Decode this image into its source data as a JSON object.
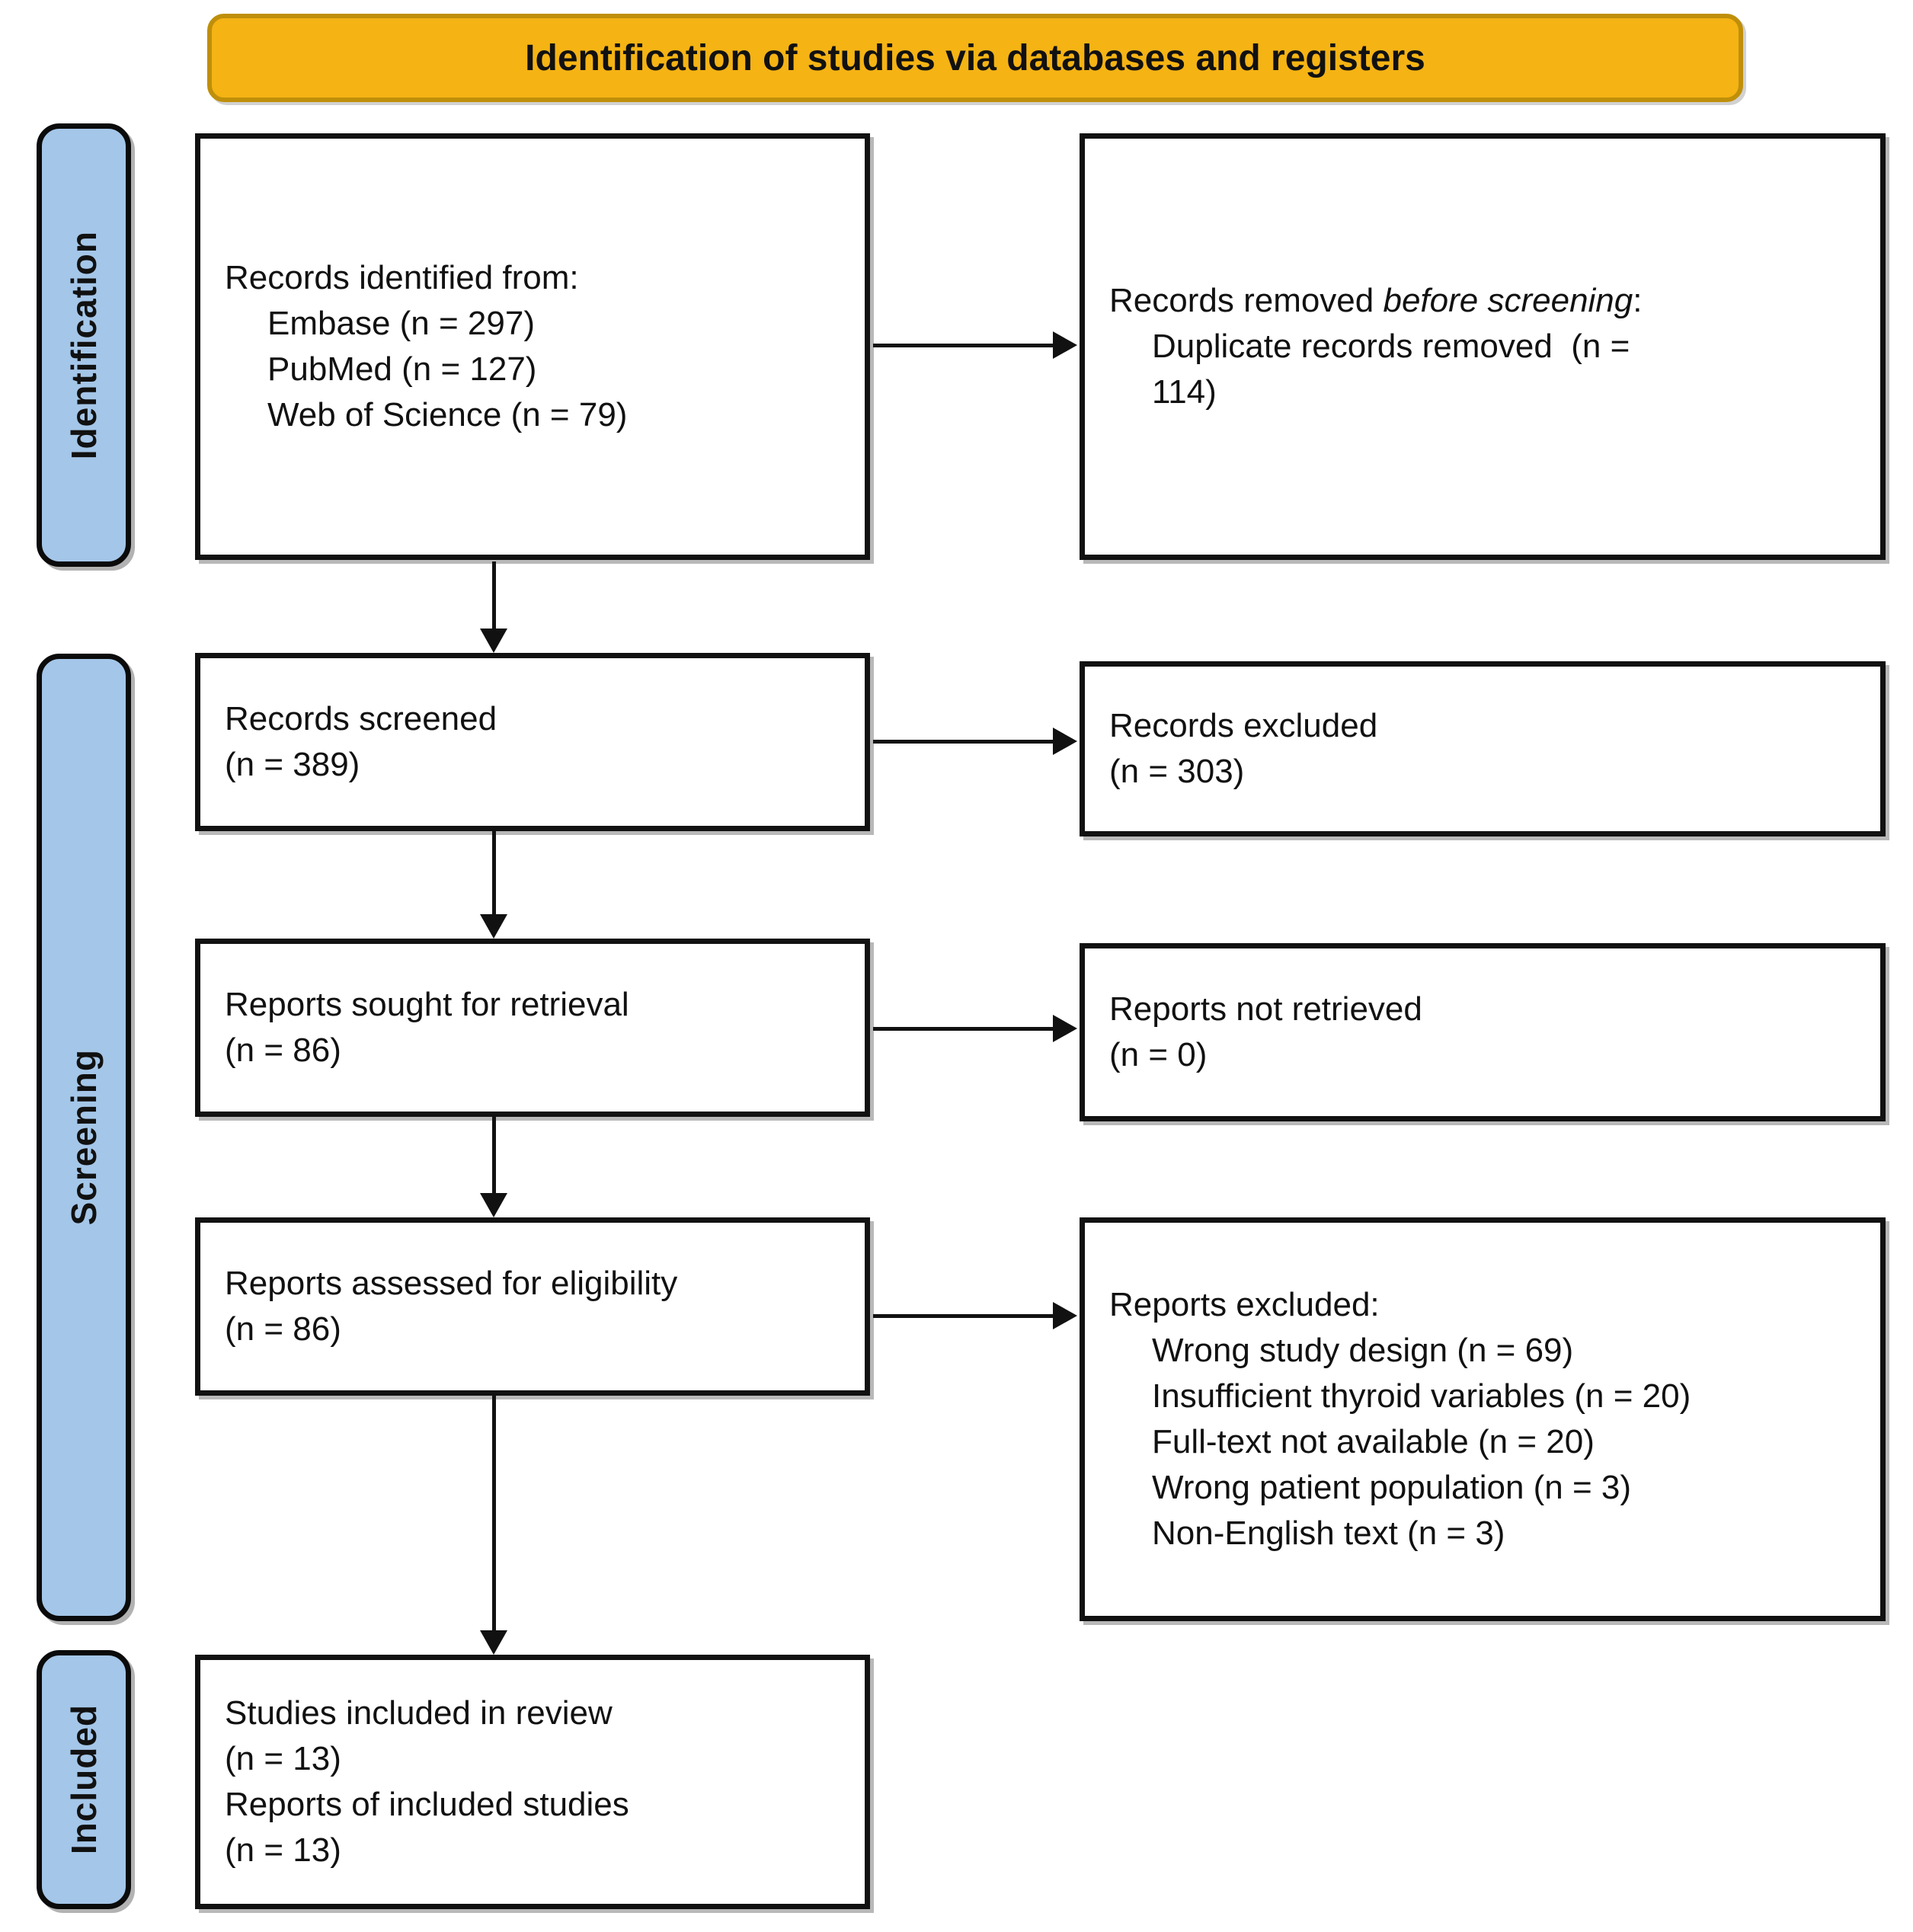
{
  "title": "Identification of studies via databases and registers",
  "stages": {
    "identification": "Identification",
    "screening": "Screening",
    "included": "Included"
  },
  "boxes": {
    "records_identified": {
      "heading": "Records identified from:",
      "items": [
        "Embase (n = 297)",
        "PubMed (n = 127)",
        "Web of Science (n = 79)"
      ]
    },
    "records_removed": {
      "heading_pre": "Records removed ",
      "heading_italic": "before screening",
      "heading_post": ":",
      "item_lines": [
        "Duplicate records removed  (n =",
        "114)"
      ]
    },
    "records_screened": {
      "line1": "Records screened",
      "line2": "(n = 389)"
    },
    "records_excluded": {
      "line1": "Records excluded",
      "line2": "(n = 303)"
    },
    "reports_sought": {
      "line1": "Reports sought for retrieval",
      "line2": "(n = 86)"
    },
    "reports_not_retrieved": {
      "line1": "Reports not retrieved",
      "line2": "(n = 0)"
    },
    "reports_assessed": {
      "line1": "Reports assessed for eligibility",
      "line2": "(n = 86)"
    },
    "reports_excluded": {
      "heading": "Reports excluded:",
      "items": [
        "Wrong study design (n = 69)",
        "Insufficient thyroid variables (n = 20)",
        "Full-text not available (n = 20)",
        "Wrong patient population (n = 3)",
        "Non-English text (n = 3)"
      ]
    },
    "studies_included": {
      "lines": [
        "Studies included in review",
        "(n = 13)",
        "Reports of included studies",
        "(n = 13)"
      ]
    }
  },
  "colors": {
    "banner_fill": "#F5B314",
    "banner_border": "#BF8F0A",
    "stage_fill": "#A4C6E8",
    "box_border": "#111111",
    "arrow": "#111111",
    "text": "#111111"
  }
}
